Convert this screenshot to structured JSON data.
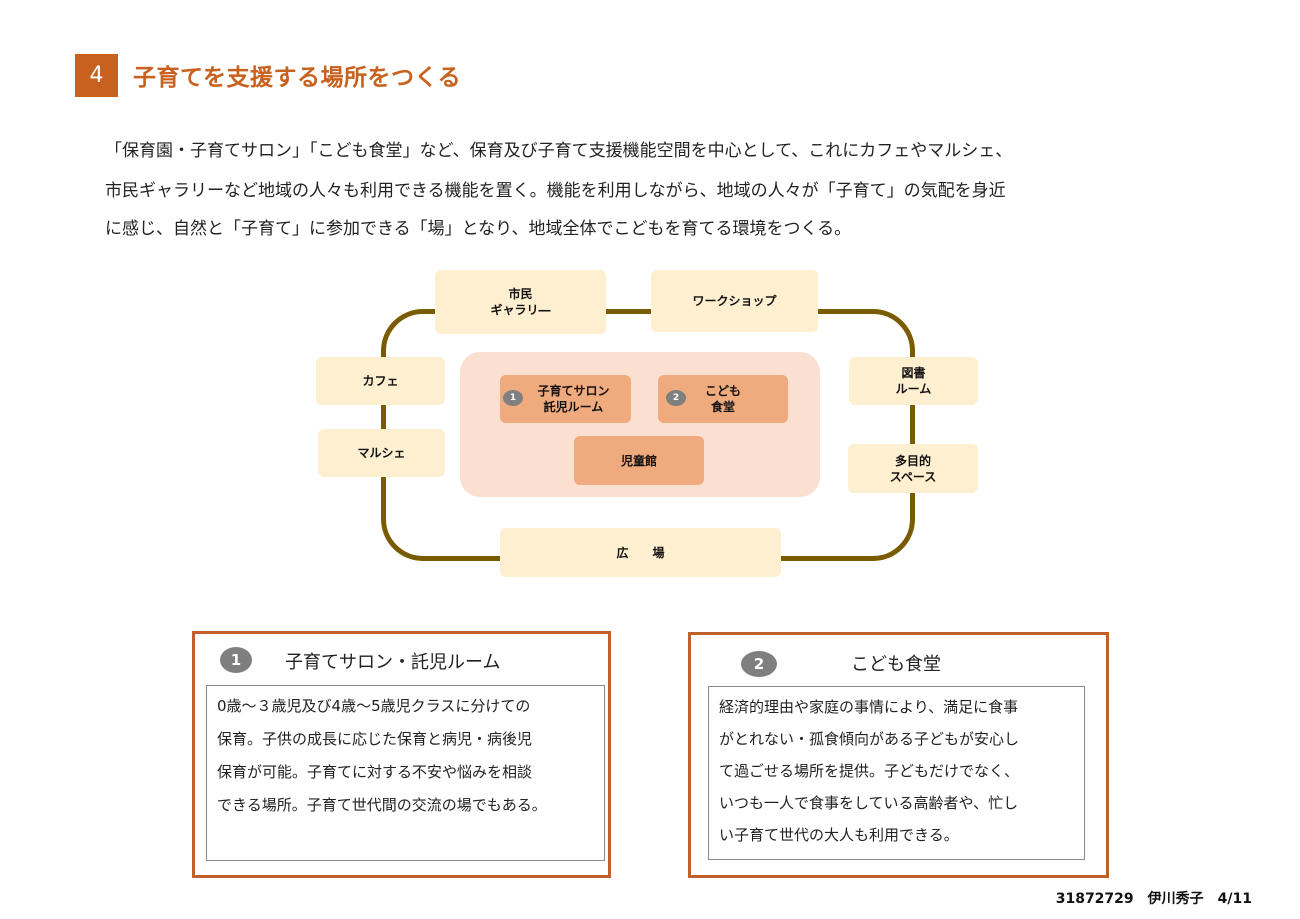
{
  "section": {
    "number": "4",
    "title": "子育てを支援する場所をつくる"
  },
  "intro": {
    "lines": [
      "「保育園・子育てサロン」「こども食堂」など、保育及び子育て支援機能空間を中心として、これにカフェやマルシェ、",
      "市民ギャラリーなど地域の人々も利用できる機能を置く。機能を利用しながら、地域の人々が「子育て」の気配を身近",
      "に感じ、自然と「子育て」に参加できる「場」となり、地域全体でこどもを育てる環境をつくる。"
    ]
  },
  "diagram": {
    "outer": {
      "gallery": "市民\nギャラリ―",
      "workshop": "ワークショップ",
      "cafe": "カフェ",
      "marche": "マルシェ",
      "library": "図書\nルーム",
      "multipurpose": "多目的\nスペース",
      "plaza": "広　　場"
    },
    "inner": {
      "salon_badge": "1",
      "salon": "子育てサロン\n託児ルーム",
      "cafeteria_badge": "2",
      "cafeteria": "こども\n食堂",
      "childrens_hall": "児童館"
    }
  },
  "cards": [
    {
      "badge": "1",
      "title": "子育てサロン・託児ルーム",
      "lines": [
        "0歳～３歳児及び4歳～5歳児クラスに分けての",
        "保育。子供の成長に応じた保育と病児・病後児",
        "保育が可能。子育てに対する不安や悩みを相談",
        "できる場所。子育て世代間の交流の場でもある。"
      ]
    },
    {
      "badge": "2",
      "title": "こども食堂",
      "lines": [
        "経済的理由や家庭の事情により、満足に食事",
        "がとれない・孤食傾向がある子どもが安心し",
        "て過ごせる場所を提供。子どもだけでなく、",
        "いつも一人で食事をしている高齢者や、忙し",
        "い子育て世代の大人も利用できる。"
      ]
    }
  ],
  "footer": "31872729　伊川秀子　4/11"
}
